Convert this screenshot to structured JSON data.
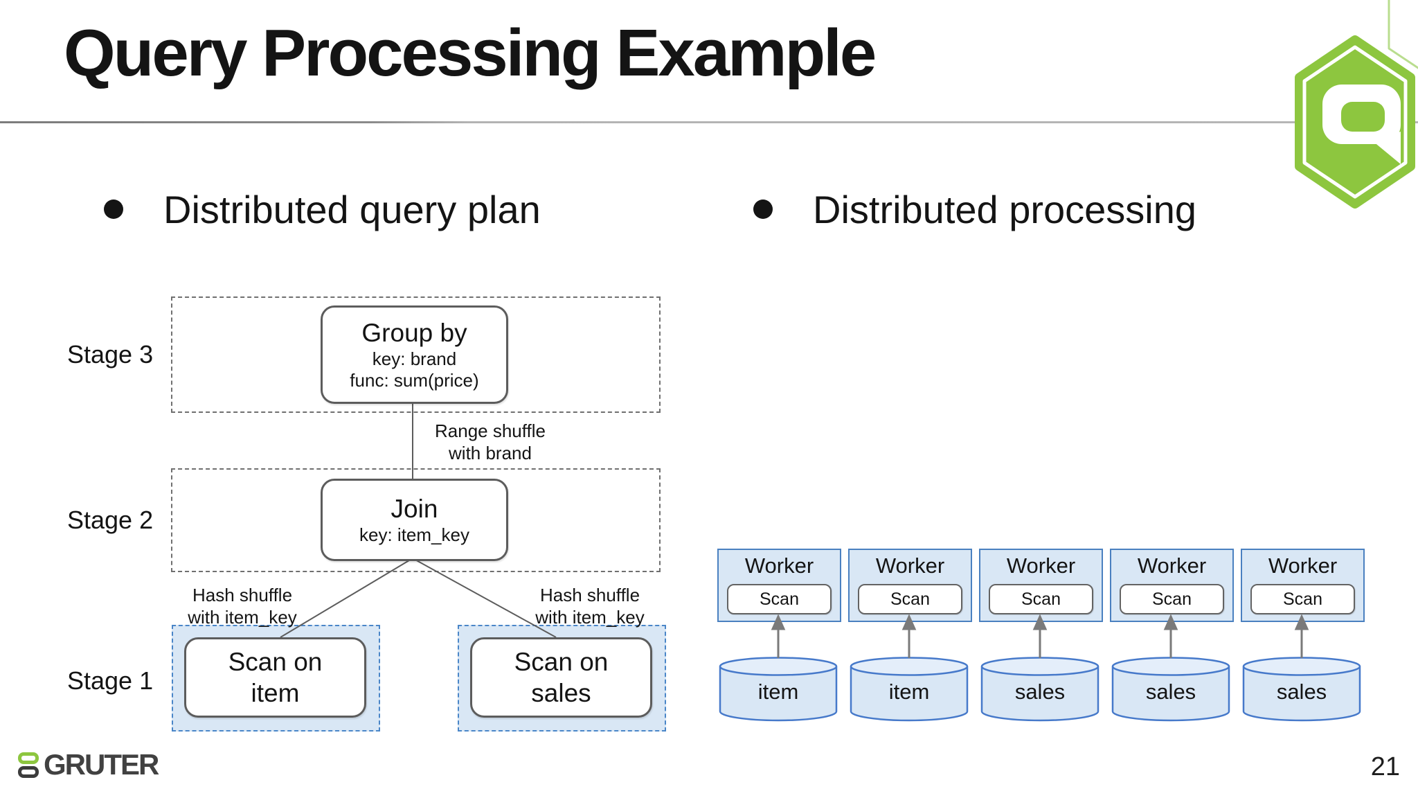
{
  "slide": {
    "title": "Query Processing Example",
    "page_number": "21",
    "bullets": [
      {
        "label": "Distributed query plan"
      },
      {
        "label": "Distributed processing"
      }
    ]
  },
  "query_plan": {
    "stage_labels": [
      "Stage 3",
      "Stage 2",
      "Stage 1"
    ],
    "group_by": {
      "title": "Group by",
      "detail1": "key: brand",
      "detail2": "func: sum(price)"
    },
    "join": {
      "title": "Join",
      "detail1": "key: item_key"
    },
    "scan_item": {
      "line1": "Scan on",
      "line2": "item"
    },
    "scan_sales": {
      "line1": "Scan on",
      "line2": "sales"
    },
    "range_shuffle": {
      "line1": "Range shuffle",
      "line2": "with brand"
    },
    "hash_shuffle_left": {
      "line1": "Hash shuffle",
      "line2": "with item_key"
    },
    "hash_shuffle_right": {
      "line1": "Hash shuffle",
      "line2": "with item_key"
    }
  },
  "distributed_processing": {
    "workers": [
      {
        "label": "Worker",
        "operator": "Scan",
        "datastore": "item"
      },
      {
        "label": "Worker",
        "operator": "Scan",
        "datastore": "item"
      },
      {
        "label": "Worker",
        "operator": "Scan",
        "datastore": "sales"
      },
      {
        "label": "Worker",
        "operator": "Scan",
        "datastore": "sales"
      },
      {
        "label": "Worker",
        "operator": "Scan",
        "datastore": "sales"
      }
    ]
  },
  "footer": {
    "brand": "GRUTER"
  },
  "logos": {
    "top_right": "tajo-hexagon-logo",
    "bottom_left": "gruter-logo"
  },
  "colors": {
    "accent_green": "#8dc63f",
    "blue_fill": "#d9e7f5",
    "blue_border": "#4a80c0",
    "dash_blue": "#4a86c8",
    "node_border": "#5c5c5c"
  }
}
